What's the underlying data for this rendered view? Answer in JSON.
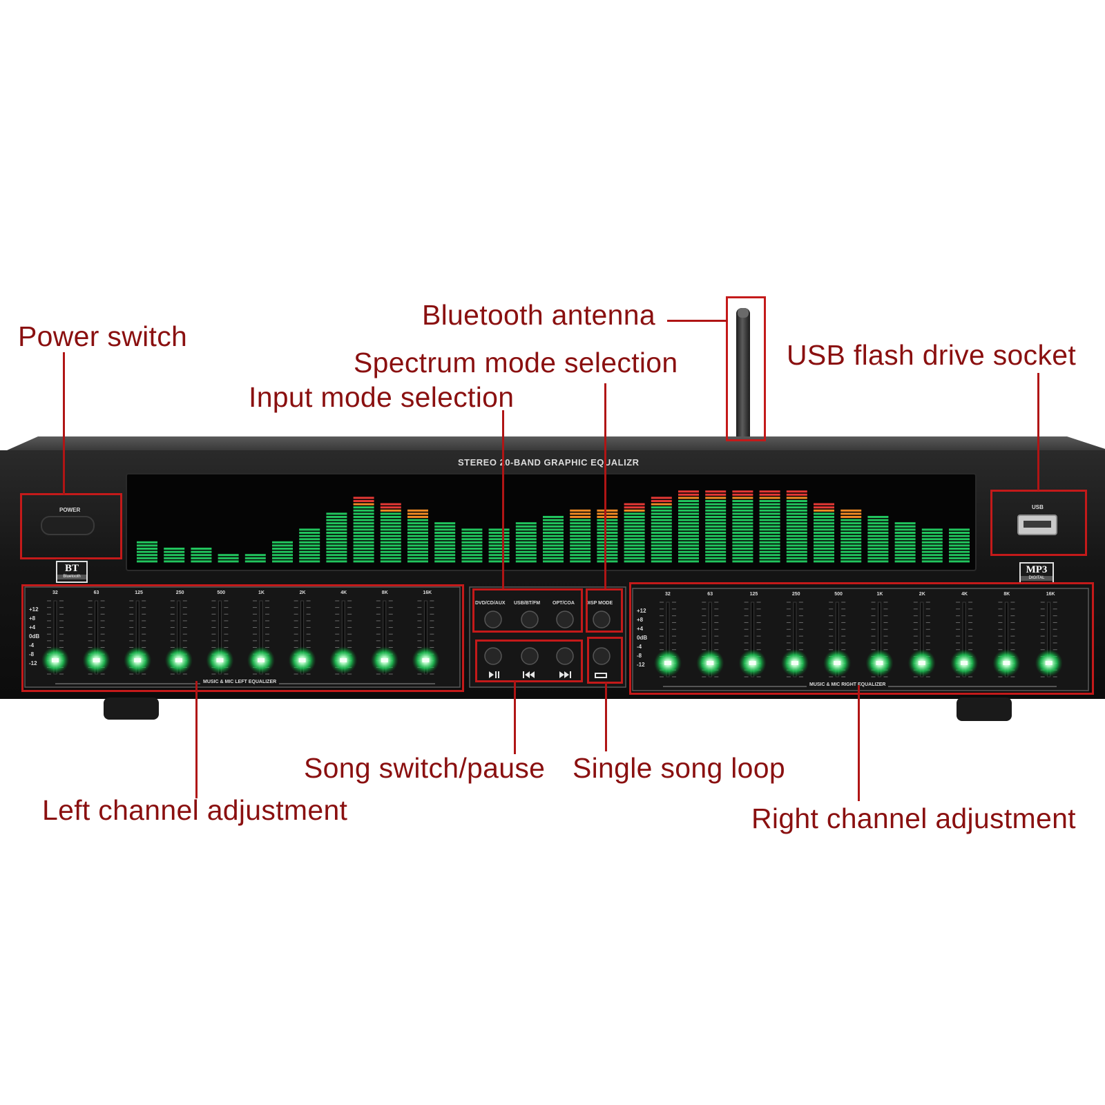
{
  "callouts": {
    "power_switch": "Power switch",
    "bluetooth_antenna": "Bluetooth antenna",
    "usb_socket": "USB flash drive socket",
    "spectrum_mode": "Spectrum mode selection",
    "input_mode": "Input mode selection",
    "song_switch": "Song switch/pause",
    "single_loop": "Single song loop",
    "left_channel": "Left channel adjustment",
    "right_channel": "Right channel adjustment"
  },
  "device": {
    "display_title": "STEREO 20-BAND GRAPHIC EQUALIZR",
    "power_label": "POWER",
    "usb_label": "USB",
    "bt_badge": "BT",
    "bt_badge_sub": "Bluetooth",
    "mp3_badge": "MP3",
    "mp3_badge_sub": "DIGITAL",
    "input_labels": [
      "DVD/CD/AUX",
      "USB/BT/FM",
      "OPT/COA"
    ],
    "disp_mode_label": "DISP MODE",
    "left_eq_caption": "MUSIC & MIC LEFT EQUALIZER",
    "right_eq_caption": "MUSIC & MIC RIGHT EQUALIZER",
    "band_labels": [
      "32",
      "63",
      "125",
      "250",
      "500",
      "1K",
      "2K",
      "4K",
      "8K",
      "16K"
    ],
    "db_scale": [
      "+12",
      "+8",
      "+4",
      "0dB",
      "-4",
      "-8",
      "-12"
    ]
  },
  "spectrum": {
    "colors": {
      "green": "#22c55e",
      "orange": "#f08a24",
      "red": "#e53935"
    },
    "bar_levels": [
      7,
      5,
      5,
      3,
      3,
      7,
      11,
      16,
      21,
      19,
      17,
      13,
      11,
      11,
      13,
      15,
      17,
      17,
      19,
      21,
      23,
      23,
      23,
      23,
      23,
      19,
      17,
      15,
      13,
      11,
      11
    ]
  }
}
